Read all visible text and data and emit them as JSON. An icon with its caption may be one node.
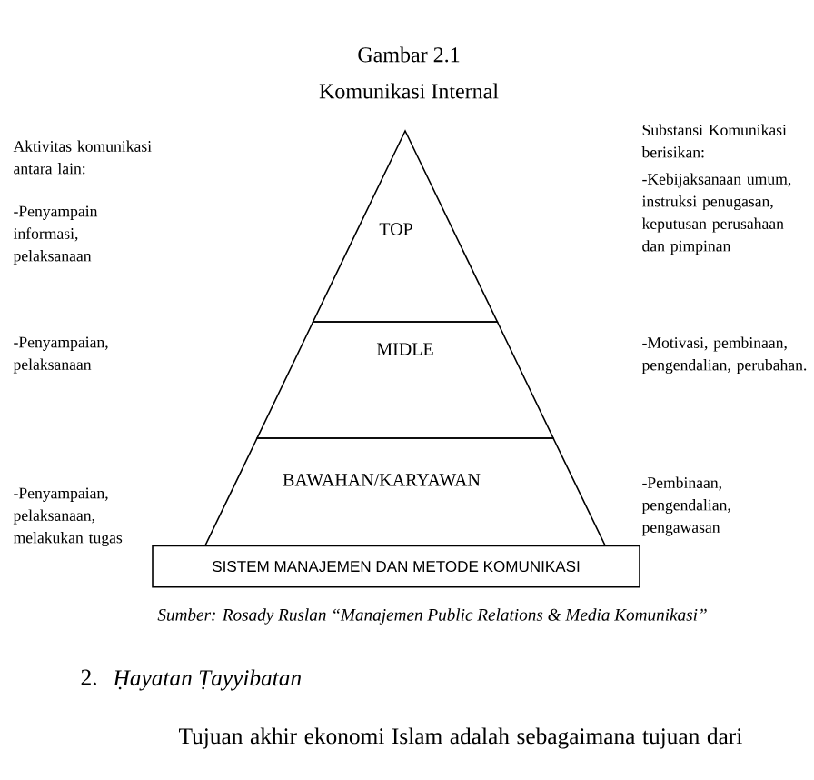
{
  "diagram": {
    "title": "Gambar 2.1",
    "caption": "Sumber: Rosady Ruslan “Manajemen Public Relations & Media Komunikasi”",
    "nodes": [
      {
        "text": [
          "TOP"
        ]
      },
      {
        "text": [
          "MIDLE"
        ]
      },
      {
        "text": [
          "BAWAHAN/KARYAWAN"
        ]
      },
      {
        "text": [
          "SISTEM MANAJEMEN DAN METODE KOMUNIKASI"
        ]
      }
    ],
    "labels": [
      "Komunikasi Internal",
      "Aktivitas komunikasi antara lain:",
      "Substansi Komunikasi berisikan:",
      "-Kebijaksanaan umum, instruksi penugasan, keputusan perusahaan dan pimpinan",
      "-Penyampain informasi, pelaksanaan",
      "-Penyampaian, pelaksanaan",
      "-Motivasi, pembinaan, pengendalian, perubahan.",
      "-Pembinaan, pengendalian, pengawasan",
      "-Penyampaian, pelaksanaan, melakukan tugas",
      "2.",
      "Ḥayatan Ṭayyibatan",
      "Tujuan akhir ekonomi Islam adalah sebagaimana tujuan dari"
    ]
  }
}
